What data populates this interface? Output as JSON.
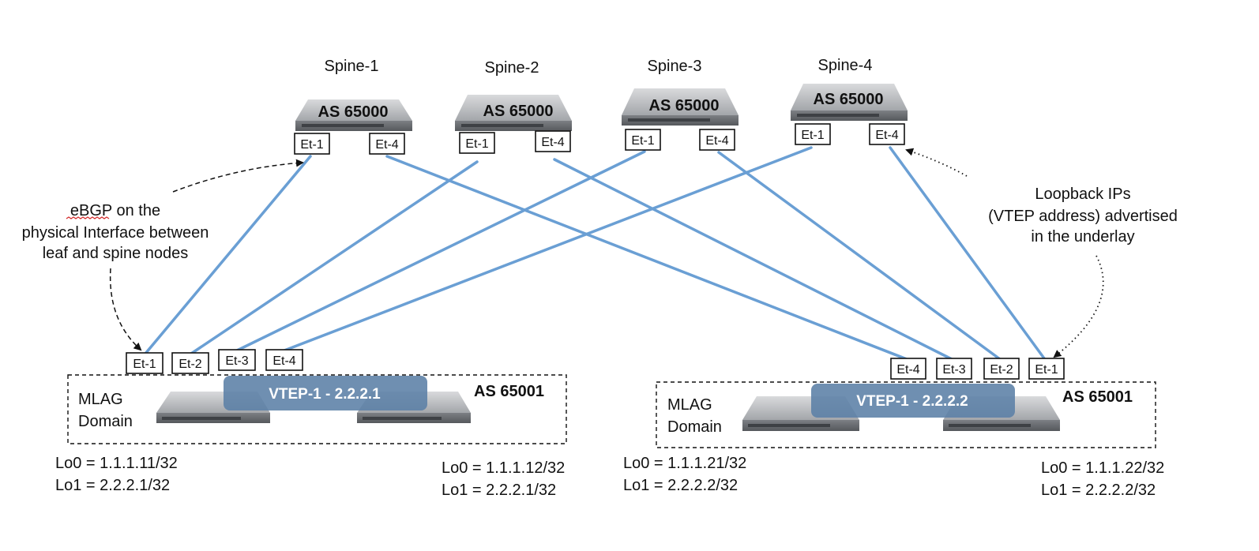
{
  "spines": [
    {
      "name": "Spine-1",
      "as": "AS 65000",
      "ports": [
        "Et-1",
        "Et-4"
      ]
    },
    {
      "name": "Spine-2",
      "as": "AS 65000",
      "ports": [
        "Et-1",
        "Et-4"
      ]
    },
    {
      "name": "Spine-3",
      "as": "AS 65000",
      "ports": [
        "Et-1",
        "Et-4"
      ]
    },
    {
      "name": "Spine-4",
      "as": "AS 65000",
      "ports": [
        "Et-1",
        "Et-4"
      ]
    }
  ],
  "leaf_domains": [
    {
      "mlag_label": [
        "MLAG",
        "Domain"
      ],
      "as": "AS 65001",
      "vtep": "VTEP-1 - 2.2.2.1",
      "ports": [
        "Et-1",
        "Et-2",
        "Et-3",
        "Et-4"
      ],
      "leaf_a": {
        "lo0": "Lo0 = 1.1.1.11/32",
        "lo1": "Lo1 = 2.2.2.1/32"
      },
      "leaf_b": {
        "lo0": "Lo0 = 1.1.1.12/32",
        "lo1": "Lo1 = 2.2.2.1/32"
      }
    },
    {
      "mlag_label": [
        "MLAG",
        "Domain"
      ],
      "as": "AS 65001",
      "vtep": "VTEP-1 - 2.2.2.2",
      "ports": [
        "Et-4",
        "Et-3",
        "Et-2",
        "Et-1"
      ],
      "leaf_a": {
        "lo0": "Lo0 = 1.1.1.21/32",
        "lo1": "Lo1 = 2.2.2.2/32"
      },
      "leaf_b": {
        "lo0": "Lo0 = 1.1.1.22/32",
        "lo1": "Lo1 = 2.2.2.2/32"
      }
    }
  ],
  "annotations": {
    "ebgp": [
      "eBGP on the",
      "physical Interface between",
      "leaf and spine nodes"
    ],
    "loopback": [
      "Loopback IPs",
      "(VTEP address) advertised",
      "in the underlay"
    ]
  },
  "colors": {
    "link": "#6a9fd4",
    "vtep": "#5b7fa6",
    "switch": "#8c8f94"
  }
}
